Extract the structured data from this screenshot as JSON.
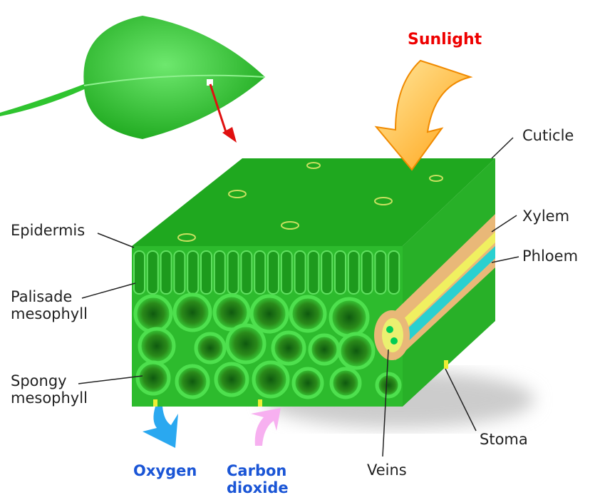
{
  "labels": {
    "sunlight": "Sunlight",
    "cuticle": "Cuticle",
    "xylem": "Xylem",
    "phloem": "Phloem",
    "epidermis": "Epidermis",
    "palisade": "Palisade\nmesophyll",
    "palisade_1": "Palisade",
    "palisade_2": "mesophyll",
    "spongy_1": "Spongy",
    "spongy_2": "mesophyll",
    "stoma": "Stoma",
    "veins": "Veins",
    "oxygen": "Oxygen",
    "carbon_1": "Carbon",
    "carbon_2": "dioxide"
  },
  "colors": {
    "leaf": "#2fc42f",
    "sunlight_arrow": "#ffb020",
    "oxygen_arrow": "#2aa8f0",
    "co2_arrow": "#f7a8f0",
    "label_red": "#e00000",
    "label_blue": "#1a55d6"
  }
}
